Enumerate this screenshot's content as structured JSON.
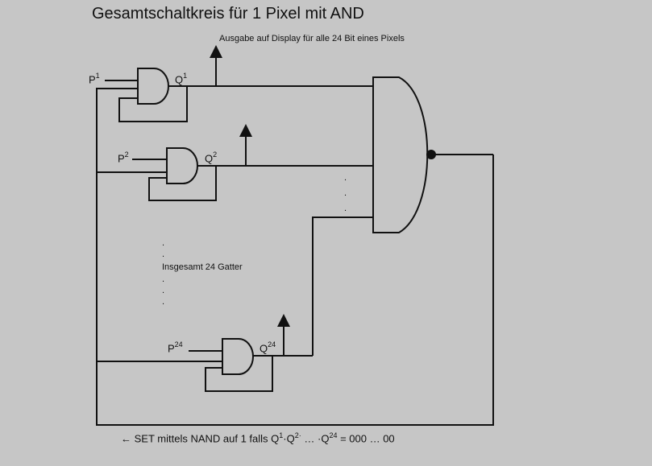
{
  "title": "Gesamtschaltkreis für 1 Pixel mit AND",
  "output_note": "Ausgabe auf Display für alle 24 Bit eines Pixels",
  "gate_count_note": "Insgesamt 24 Gatter",
  "gates": [
    {
      "input_label": "P",
      "input_index": "1",
      "output_label": "Q",
      "output_index": "1"
    },
    {
      "input_label": "P",
      "input_index": "2",
      "output_label": "Q",
      "output_index": "2"
    },
    {
      "input_label": "P",
      "input_index": "24",
      "output_label": "Q",
      "output_index": "24"
    }
  ],
  "set_note": {
    "arrow": "←",
    "text_before": "SET mittels NAND auf 1 falls Q",
    "sup1": "1",
    "dot1": "·",
    "q2": "Q",
    "sup2": "2·",
    "ellipsis": " … ·Q",
    "sup3": "24",
    "result": " = 000 … 00"
  }
}
